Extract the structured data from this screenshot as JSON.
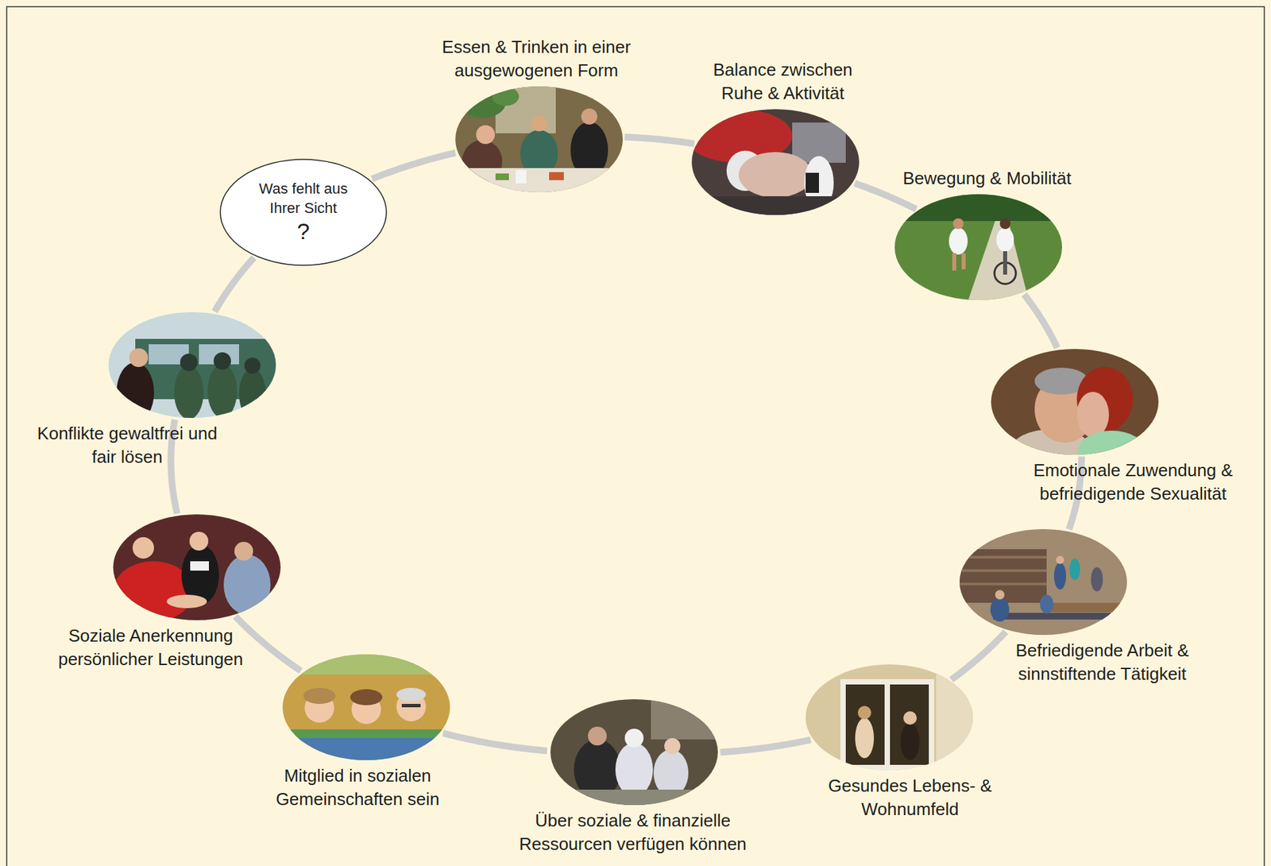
{
  "diagram": {
    "nodes": [
      {
        "text": [
          "Essen & Trinken in einer ausgewogenen Form"
        ]
      },
      {
        "text": [
          "Balance zwischen Ruhe & Aktivität"
        ]
      },
      {
        "text": [
          "Bewegung & Mobilität"
        ]
      },
      {
        "text": [
          "Emotionale Zuwendung & befriedigende Sexualität"
        ]
      },
      {
        "text": [
          "Befriedigende Arbeit & sinnstiftende Tätigkeit"
        ]
      },
      {
        "text": [
          "Gesundes Lebens- & Wohnumfeld"
        ]
      },
      {
        "text": [
          "Über soziale & finanzielle Ressourcen verfügen können"
        ]
      },
      {
        "text": [
          "Mitglied in sozialen Gemeinschaften sein"
        ]
      },
      {
        "text": [
          "Soziale Anerkennung persönlicher Leistungen"
        ]
      },
      {
        "text": [
          "Konflikte gewaltfrei und fair lösen"
        ]
      },
      {
        "text": [
          "Was fehlt aus Ihrer Sicht",
          "?"
        ]
      }
    ],
    "edges": [
      {
        "from": 0,
        "to": 1,
        "arrow": "none"
      },
      {
        "from": 1,
        "to": 2,
        "arrow": "none"
      },
      {
        "from": 2,
        "to": 3,
        "arrow": "none"
      },
      {
        "from": 3,
        "to": 4,
        "arrow": "none"
      },
      {
        "from": 4,
        "to": 5,
        "arrow": "none"
      },
      {
        "from": 5,
        "to": 6,
        "arrow": "none"
      },
      {
        "from": 6,
        "to": 7,
        "arrow": "none"
      },
      {
        "from": 7,
        "to": 8,
        "arrow": "none"
      },
      {
        "from": 8,
        "to": 9,
        "arrow": "none"
      },
      {
        "from": 9,
        "to": 10,
        "arrow": "none"
      },
      {
        "from": 10,
        "to": 0,
        "arrow": "none"
      }
    ]
  }
}
